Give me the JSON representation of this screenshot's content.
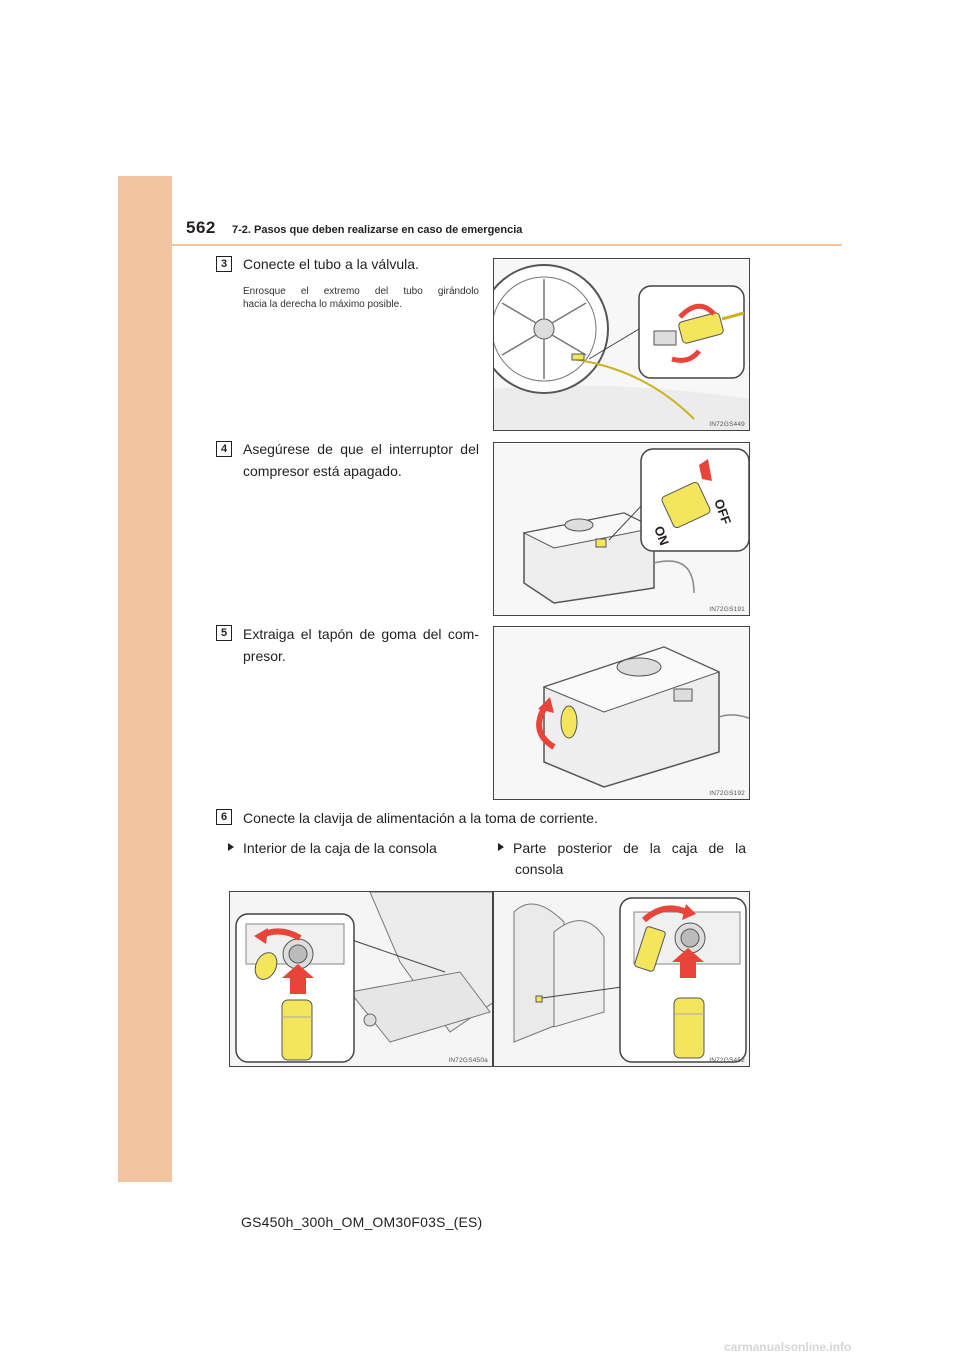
{
  "header": {
    "page_number": "562",
    "section": "7-2. Pasos que deben realizarse en caso de emergencia"
  },
  "steps": [
    {
      "number": "3",
      "title": "Conecte el tubo a la válvula.",
      "note_lines": [
        "Enrosque el extremo del tubo girándolo",
        "hacia la derecha lo máximo posible."
      ],
      "figure_code": "IN72GS449"
    },
    {
      "number": "4",
      "title_lines": [
        "Asegúrese de que el interruptor del",
        "compresor está apagado."
      ],
      "figure_code": "IN72GS191",
      "switch_off": "OFF",
      "switch_on": "ON"
    },
    {
      "number": "5",
      "title_lines": [
        "Extraiga el tapón de goma del com-",
        "presor."
      ],
      "figure_code": "IN72GS192"
    },
    {
      "number": "6",
      "title": "Conecte la clavija de alimentación a la toma de corriente.",
      "options": [
        {
          "label": "Interior de la caja de la consola",
          "figure_code": "IN72GS450a"
        },
        {
          "label_lines": [
            "Parte posterior de la caja de la",
            "consola"
          ],
          "figure_code": "IN72GS452"
        }
      ]
    }
  ],
  "footer": "GS450h_300h_OM_OM30F03S_(ES)",
  "watermark": "carmanualsonline.info",
  "colors": {
    "sidebar": "#f2c4a0",
    "arrow_red": "#e8443a",
    "plug_yellow": "#f3e55c"
  }
}
